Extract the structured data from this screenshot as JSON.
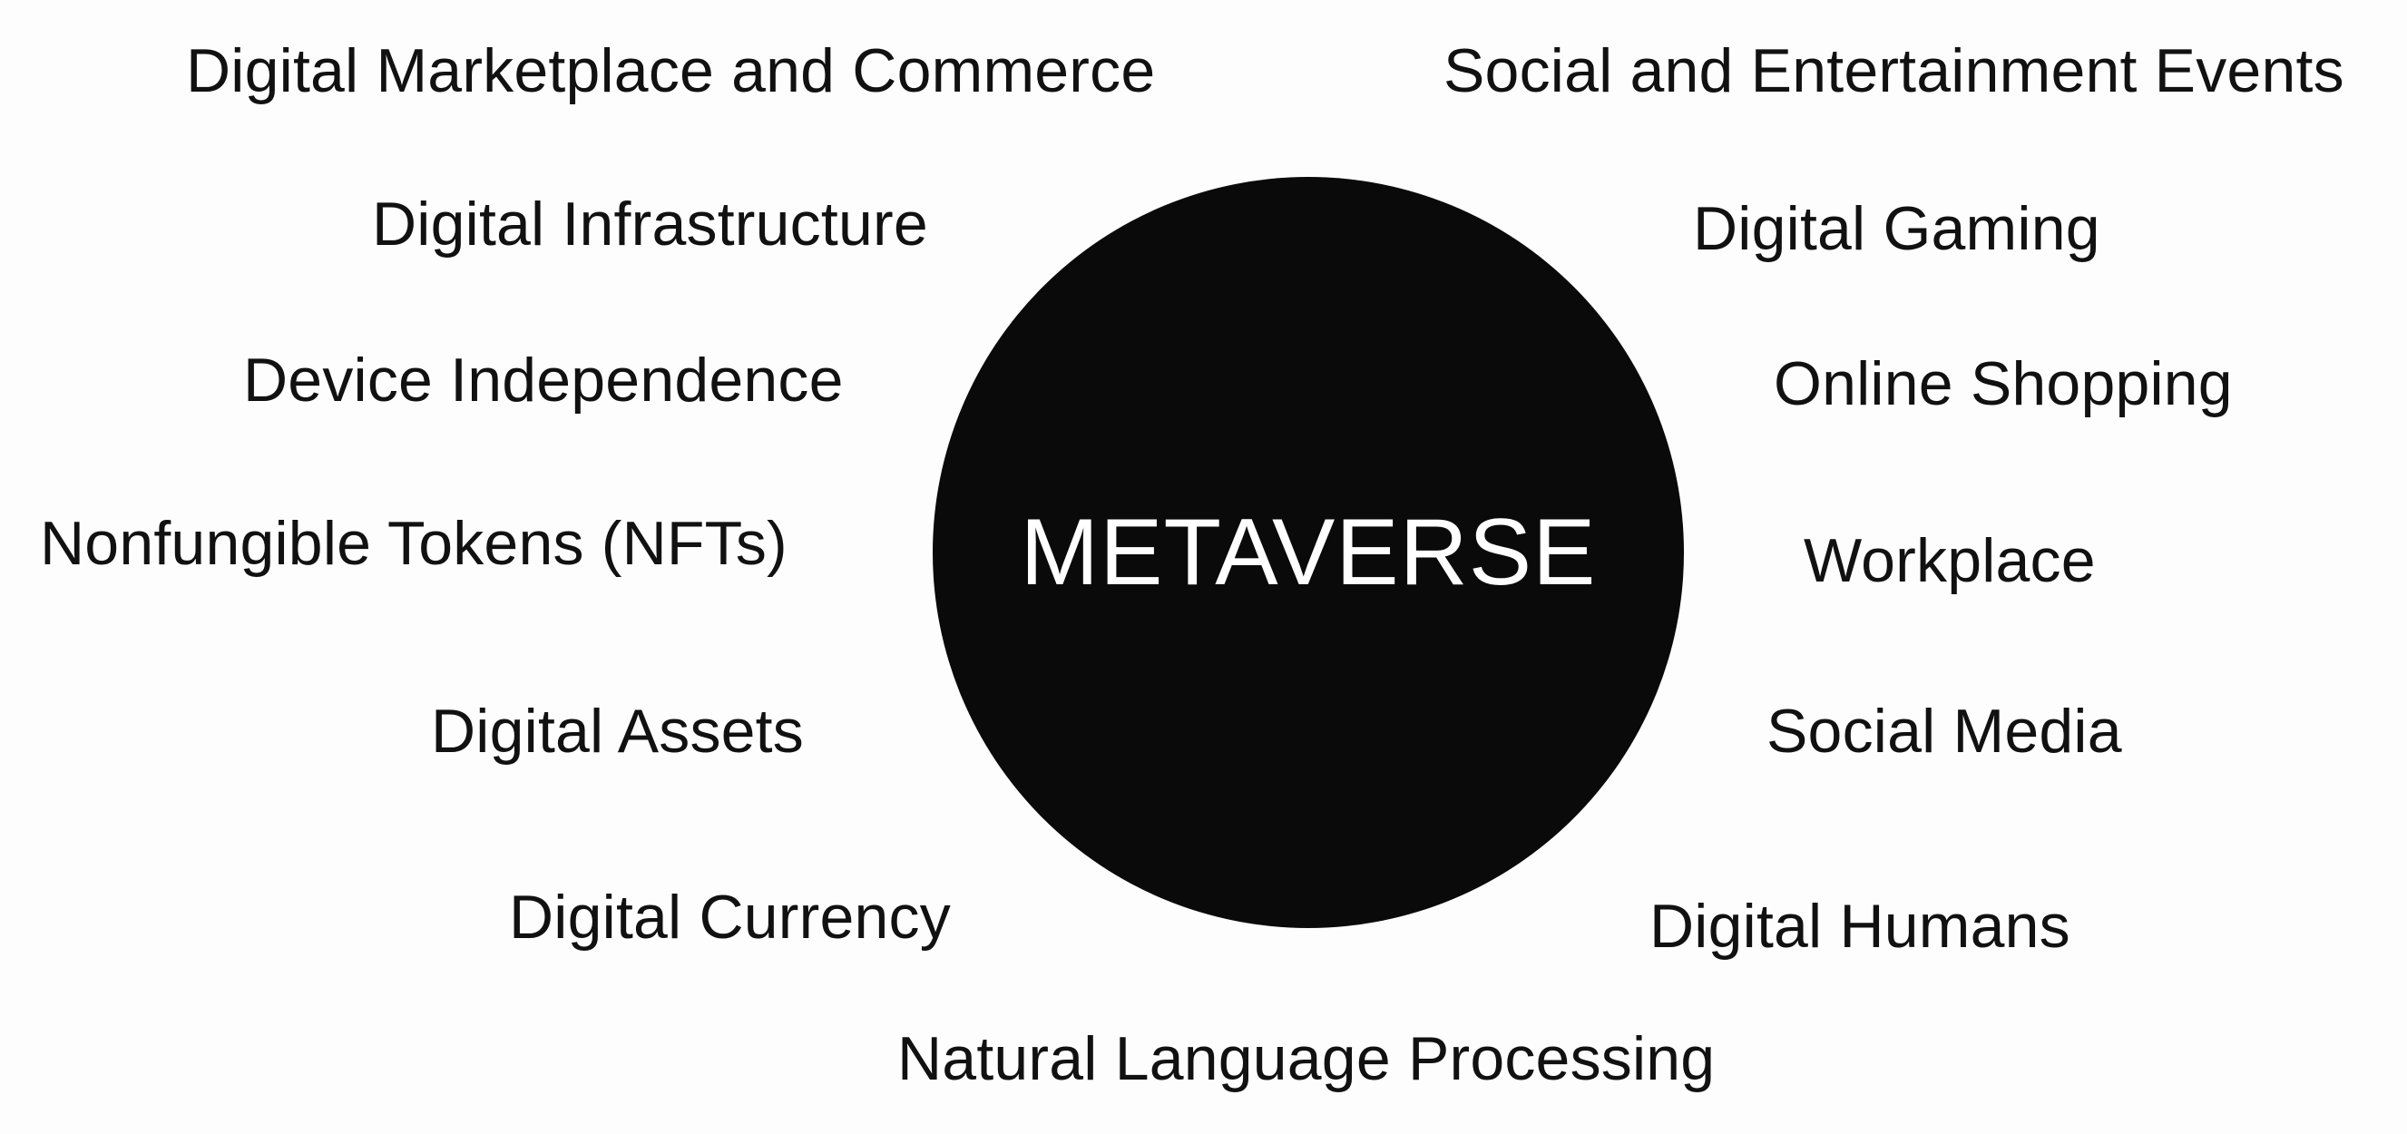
{
  "center": {
    "label": "METAVERSE",
    "circle_color": "#0a0a0a",
    "text_color": "#ffffff"
  },
  "left_items": [
    {
      "label": "Digital Marketplace and Commerce"
    },
    {
      "label": "Digital Infrastructure"
    },
    {
      "label": "Device Independence"
    },
    {
      "label": "Nonfungible Tokens (NFTs)"
    },
    {
      "label": "Digital Assets"
    },
    {
      "label": "Digital Currency"
    }
  ],
  "bottom_items": [
    {
      "label": "Natural Language Processing"
    }
  ],
  "right_items": [
    {
      "label": "Social and Entertainment Events"
    },
    {
      "label": "Digital Gaming"
    },
    {
      "label": "Online Shopping"
    },
    {
      "label": "Workplace"
    },
    {
      "label": "Social Media"
    },
    {
      "label": "Digital Humans"
    }
  ]
}
